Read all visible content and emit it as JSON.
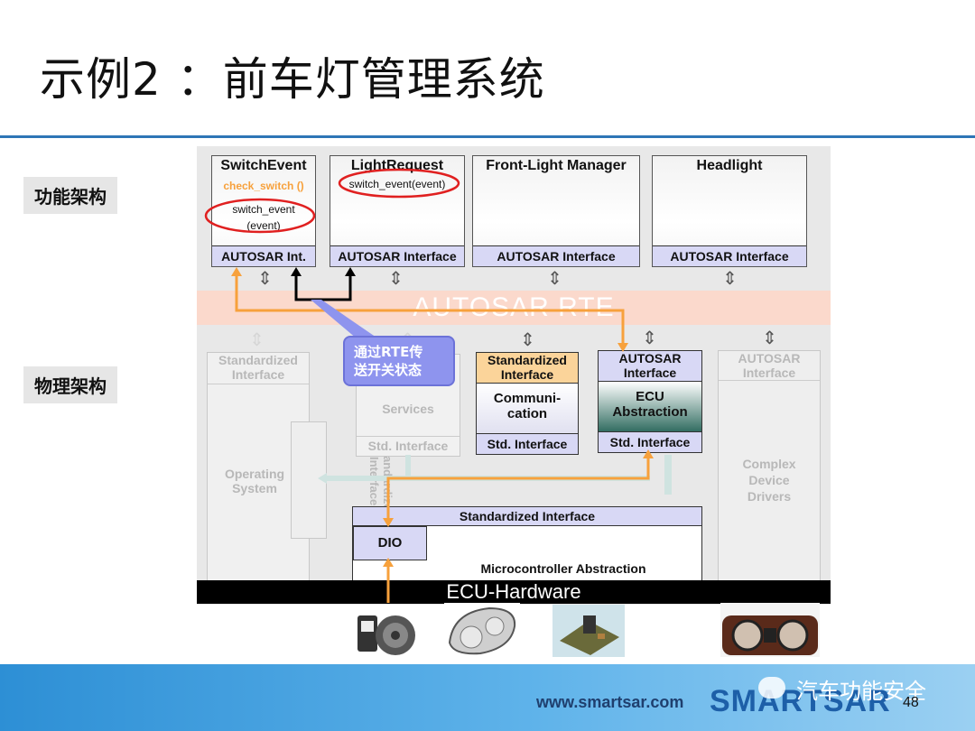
{
  "slide": {
    "title": "示例2 ：前车灯管理系统",
    "page_number": "48"
  },
  "side_labels": {
    "functional": "功能架构",
    "physical": "物理架构"
  },
  "components": {
    "switch_event": {
      "title": "SwitchEvent",
      "line1": "check_switch ()",
      "line2": "switch_event",
      "line3": "(event)",
      "iface": "AUTOSAR Int."
    },
    "light_request": {
      "title": "LightRequest",
      "line1": "switch_event(event)",
      "iface": "AUTOSAR Interface"
    },
    "front_light_manager": {
      "title": "Front-Light Manager",
      "iface": "AUTOSAR Interface"
    },
    "headlight": {
      "title": "Headlight",
      "iface": "AUTOSAR Interface"
    }
  },
  "rte_label": "AUTOSAR RTE",
  "callout": {
    "line1": "通过RTE传",
    "line2": "送开关状态"
  },
  "bsw": {
    "std_interface_left": "Standardized Interface",
    "os": "Operating System",
    "std_vertical": "Standardized Interface",
    "services": "Services",
    "services_std": "Std. Interface",
    "comm_header": "Standardized Interface",
    "comm_body": "Communi-cation",
    "comm_std": "Std. Interface",
    "ecu_header": "AUTOSAR Interface",
    "ecu_body": "ECU Abstraction",
    "ecu_std": "Std. Interface",
    "cdd_header": "AUTOSAR Interface",
    "cdd_body": "Complex Device Drivers",
    "mcal_header": "Standardized Interface",
    "dio": "DIO",
    "mcal_body": "Microcontroller Abstraction",
    "hardware": "ECU-Hardware"
  },
  "images": [
    "light-switch-image",
    "headlamp-image",
    "circuit-board-image",
    "instrument-cluster-image"
  ],
  "footer": {
    "url": "www.smartsar.com",
    "logo": "SMARTSAR",
    "watermark": "汽车功能安全"
  },
  "colors": {
    "accent_blue": "#2e75b6",
    "orange_path": "#f7a13c",
    "callout": "#8e94ee",
    "interface_bar": "#d8d8f5",
    "rte_band": "#fbd9cc",
    "highlight_circle": "#e02020"
  }
}
